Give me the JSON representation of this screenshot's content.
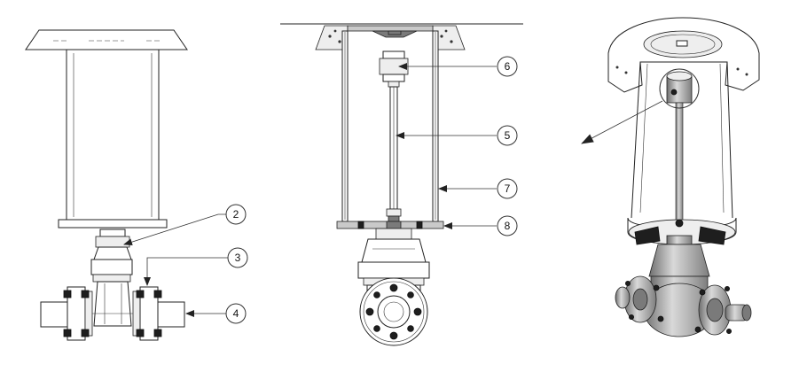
{
  "callouts": {
    "c2": "2",
    "c3": "3",
    "c4": "4",
    "c5": "5",
    "c6": "6",
    "c7": "7",
    "c8": "8"
  },
  "colors": {
    "line": "#222222",
    "light_fill": "#eeeeee",
    "mid_fill": "#c9c9c9",
    "dark_fill": "#7a7a7a",
    "black_fill": "#1e1e1e"
  }
}
